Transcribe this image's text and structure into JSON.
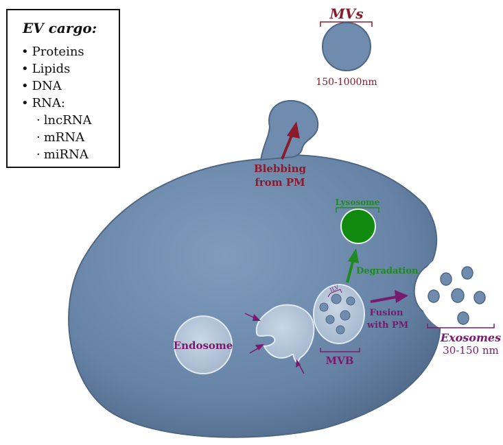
{
  "cargo": {
    "title": "EV cargo:",
    "items": [
      "Proteins",
      "Lipids",
      "DNA",
      "RNA:"
    ],
    "rna_types": [
      "lncRNA",
      "mRNA",
      "miRNA"
    ]
  },
  "labels": {
    "mvs": "MVs",
    "mvs_size": "150-1000nm",
    "blebbing_line1": "Blebbing",
    "blebbing_line2": "from PM",
    "lysosome": "Lysosome",
    "degradation": "Degradation",
    "ilv": "ILV",
    "fusion_line1": "Fusion",
    "fusion_line2": "with PM",
    "mvb": "MVB",
    "endosome": "Endosome",
    "exosomes": "Exosomes",
    "exosomes_size": "30-150 nm"
  },
  "colors": {
    "cell_body": "#6e8cae",
    "cell_edge": "#4e6684",
    "vesicle_fill": "#b7c8da",
    "mv_red": "#8b1a2b",
    "lysosome_green": "#1f8a1f",
    "purple": "#7a1a6e"
  }
}
